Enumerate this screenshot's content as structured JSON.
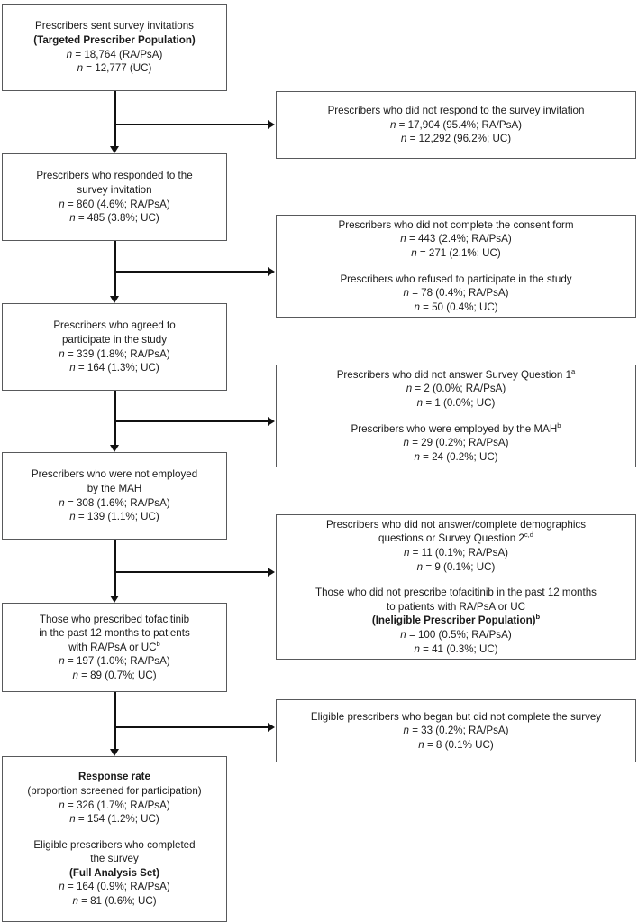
{
  "figure": {
    "title": "Survey prescriber disposition flow chart",
    "stroke_color": "#58595b",
    "connector_color": "#111111",
    "background": "#ffffff"
  },
  "main_nodes": [
    {
      "id": "targeted-prescriber-population",
      "blocks": [
        {
          "lines": [
            {
              "text": "Prescribers sent survey invitations",
              "style": "normal"
            },
            {
              "text": "(Targeted Prescriber Population)",
              "style": "bold"
            },
            {
              "text": "n = 18,764 (RA/PsA)",
              "style": "stat"
            },
            {
              "text": "n = 12,777 (UC)",
              "style": "stat"
            }
          ]
        }
      ]
    },
    {
      "id": "responded-to-survey",
      "blocks": [
        {
          "lines": [
            {
              "text": "Prescribers who responded to the",
              "style": "normal"
            },
            {
              "text": "survey invitation",
              "style": "normal"
            },
            {
              "text": "n = 860 (4.6%; RA/PsA)",
              "style": "stat"
            },
            {
              "text": "n = 485 (3.8%; UC)",
              "style": "stat"
            }
          ]
        }
      ]
    },
    {
      "id": "agreed-to-participate",
      "blocks": [
        {
          "lines": [
            {
              "text": "Prescribers who agreed to",
              "style": "normal"
            },
            {
              "text": "participate in the study",
              "style": "normal"
            },
            {
              "text": "n = 339 (1.8%; RA/PsA)",
              "style": "stat"
            },
            {
              "text": "n = 164 (1.3%; UC)",
              "style": "stat"
            }
          ]
        }
      ]
    },
    {
      "id": "not-employed-by-mah",
      "blocks": [
        {
          "lines": [
            {
              "text": "Prescribers who were not employed",
              "style": "normal"
            },
            {
              "text": "by the MAH",
              "style": "normal"
            },
            {
              "text": "n = 308 (1.6%; RA/PsA)",
              "style": "stat"
            },
            {
              "text": "n = 139 (1.1%; UC)",
              "style": "stat"
            }
          ]
        }
      ]
    },
    {
      "id": "prescribed-tofacitinib",
      "blocks": [
        {
          "lines": [
            {
              "text": "Those who prescribed tofacitinib",
              "style": "normal"
            },
            {
              "text": "in the past 12 months to patients",
              "style": "normal"
            },
            {
              "text": "with RA/PsA or UC",
              "style": "normal",
              "sup": "b"
            },
            {
              "text": "n = 197 (1.0%; RA/PsA)",
              "style": "stat"
            },
            {
              "text": "n = 89 (0.7%; UC)",
              "style": "stat"
            }
          ]
        }
      ]
    },
    {
      "id": "response-rate-full-analysis-set",
      "blocks": [
        {
          "lines": [
            {
              "text": "Response rate",
              "style": "bold"
            },
            {
              "text": "(proportion screened for participation)",
              "style": "normal"
            },
            {
              "text": "n = 326 (1.7%; RA/PsA)",
              "style": "stat"
            },
            {
              "text": "n = 154 (1.2%; UC)",
              "style": "stat"
            }
          ]
        },
        {
          "lines": [
            {
              "text": "Eligible prescribers who completed",
              "style": "normal"
            },
            {
              "text": "the survey",
              "style": "normal"
            },
            {
              "text": "(Full Analysis Set)",
              "style": "bold"
            },
            {
              "text": "n = 164 (0.9%; RA/PsA)",
              "style": "stat"
            },
            {
              "text": "n = 81 (0.6%; UC)",
              "style": "stat"
            }
          ]
        }
      ]
    }
  ],
  "exclusion_nodes": [
    {
      "id": "did-not-respond",
      "blocks": [
        {
          "lines": [
            {
              "text": "Prescribers who did not respond to the survey invitation",
              "style": "normal"
            },
            {
              "text": "n = 17,904 (95.4%; RA/PsA)",
              "style": "stat"
            },
            {
              "text": "n = 12,292 (96.2%; UC)",
              "style": "stat"
            }
          ]
        }
      ]
    },
    {
      "id": "no-consent-or-refused",
      "blocks": [
        {
          "lines": [
            {
              "text": "Prescribers who did not complete the consent form",
              "style": "normal"
            },
            {
              "text": "n = 443 (2.4%; RA/PsA)",
              "style": "stat"
            },
            {
              "text": "n = 271 (2.1%; UC)",
              "style": "stat"
            }
          ]
        },
        {
          "lines": [
            {
              "text": "Prescribers who refused to participate in the study",
              "style": "normal"
            },
            {
              "text": "n = 78 (0.4%; RA/PsA)",
              "style": "stat"
            },
            {
              "text": "n = 50 (0.4%; UC)",
              "style": "stat"
            }
          ]
        }
      ]
    },
    {
      "id": "no-answer-q1-or-employed-by-mah",
      "blocks": [
        {
          "lines": [
            {
              "text": "Prescribers who did not answer Survey Question 1",
              "style": "normal",
              "sup": "a"
            },
            {
              "text": "n = 2 (0.0%; RA/PsA)",
              "style": "stat"
            },
            {
              "text": "n = 1 (0.0%; UC)",
              "style": "stat"
            }
          ]
        },
        {
          "lines": [
            {
              "text": "Prescribers who were employed by the MAH",
              "style": "normal",
              "sup": "b"
            },
            {
              "text": "n = 29 (0.2%; RA/PsA)",
              "style": "stat"
            },
            {
              "text": "n = 24 (0.2%; UC)",
              "style": "stat"
            }
          ]
        }
      ]
    },
    {
      "id": "ineligible-prescriber-population",
      "blocks": [
        {
          "lines": [
            {
              "text": "Prescribers who did not answer/complete demographics",
              "style": "normal"
            },
            {
              "text": "questions or Survey Question 2",
              "style": "normal",
              "sup": "c,d"
            },
            {
              "text": "n = 11 (0.1%; RA/PsA)",
              "style": "stat"
            },
            {
              "text": "n = 9 (0.1%; UC)",
              "style": "stat"
            }
          ]
        },
        {
          "lines": [
            {
              "text": "Those who did not prescribe tofacitinib in the past 12 months",
              "style": "normal"
            },
            {
              "text": "to patients with RA/PsA or UC",
              "style": "normal"
            },
            {
              "text": "(Ineligible Prescriber Population)",
              "style": "bold",
              "sup": "b"
            },
            {
              "text": "n = 100 (0.5%; RA/PsA)",
              "style": "stat"
            },
            {
              "text": "n = 41 (0.3%; UC)",
              "style": "stat"
            }
          ]
        }
      ]
    },
    {
      "id": "began-but-did-not-complete",
      "blocks": [
        {
          "lines": [
            {
              "text": "Eligible prescribers who began but did not complete the survey",
              "style": "normal"
            },
            {
              "text": "n = 33 (0.2%; RA/PsA)",
              "style": "stat"
            },
            {
              "text": "n = 8 (0.1% UC)",
              "style": "stat"
            }
          ]
        }
      ]
    }
  ]
}
